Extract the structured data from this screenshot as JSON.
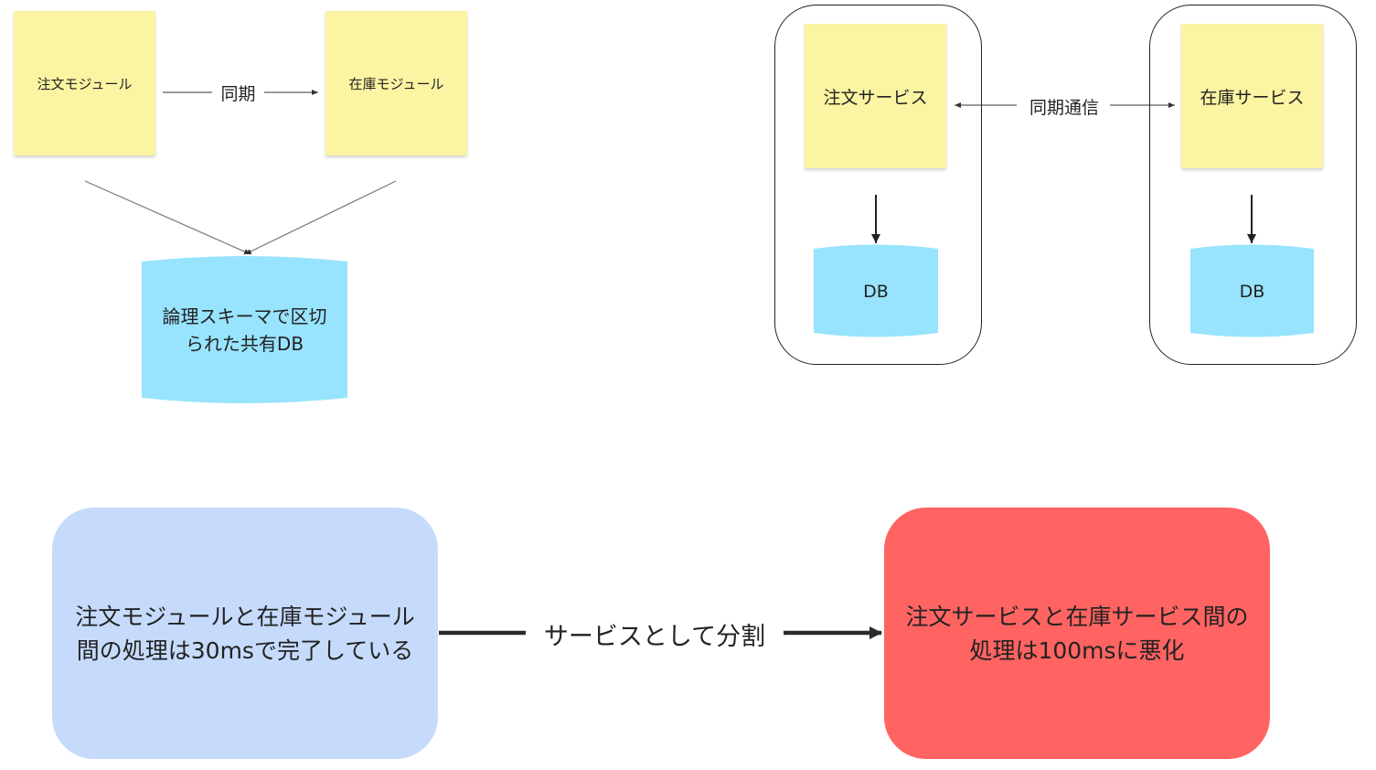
{
  "monolith": {
    "order_module": "注文モジュール",
    "inventory_module": "在庫モジュール",
    "sync_label": "同期",
    "shared_db_line1": "論理スキーマで区切",
    "shared_db_line2": "られた共有DB"
  },
  "microservices": {
    "order_service": "注文サービス",
    "inventory_service": "在庫サービス",
    "sync_label": "同期通信",
    "order_db": "DB",
    "inventory_db": "DB"
  },
  "comparison": {
    "before_line1": "注文モジュールと在庫モジュール",
    "before_line2": "間の処理は30msで完了している",
    "arrow_label": "サービスとして分割",
    "after_line1": "注文サービスと在庫サービス間の",
    "after_line2": "処理は100msに悪化"
  },
  "colors": {
    "sticky": "#fbf4a2",
    "db": "#98e3fd",
    "before_box": "#c6dbfc",
    "after_box": "#ff6462"
  }
}
